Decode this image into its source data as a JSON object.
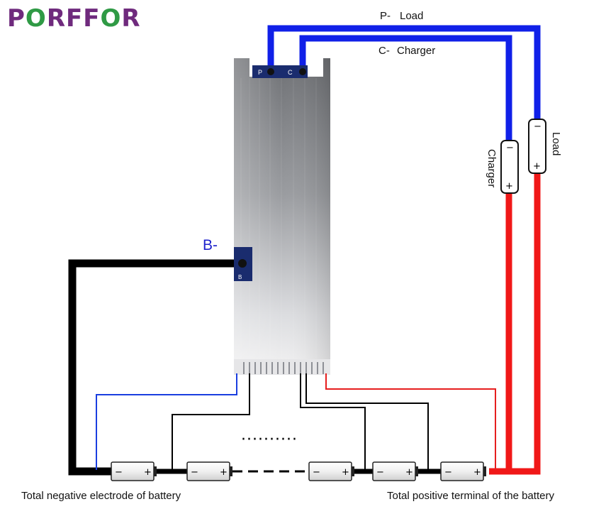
{
  "logo": {
    "text_left": "P",
    "text_o": "O",
    "text_mid": "RFF",
    "text_o2": "O",
    "text_right": "R"
  },
  "labels": {
    "p_minus": "P-",
    "p_load": "Load",
    "c_minus": "C-",
    "c_charger": "Charger",
    "b_minus": "B-",
    "charger_vertical": "Charger",
    "load_vertical": "Load",
    "total_negative": "Total negative electrode of battery",
    "total_positive": "Total positive terminal of the battery",
    "pcb_p": "P",
    "pcb_c": "C",
    "pcb_b": "B",
    "cell_minus": "−",
    "cell_plus": "+",
    "ellipsis": "··········"
  },
  "colors": {
    "blue_wire": "#1020e8",
    "red_wire": "#f01818",
    "black_wire": "#000000",
    "thin_blue": "#1a3ee0",
    "thin_red": "#e61e1e",
    "logo_purple": "#6f2a7d",
    "logo_green": "#2f9a45"
  }
}
